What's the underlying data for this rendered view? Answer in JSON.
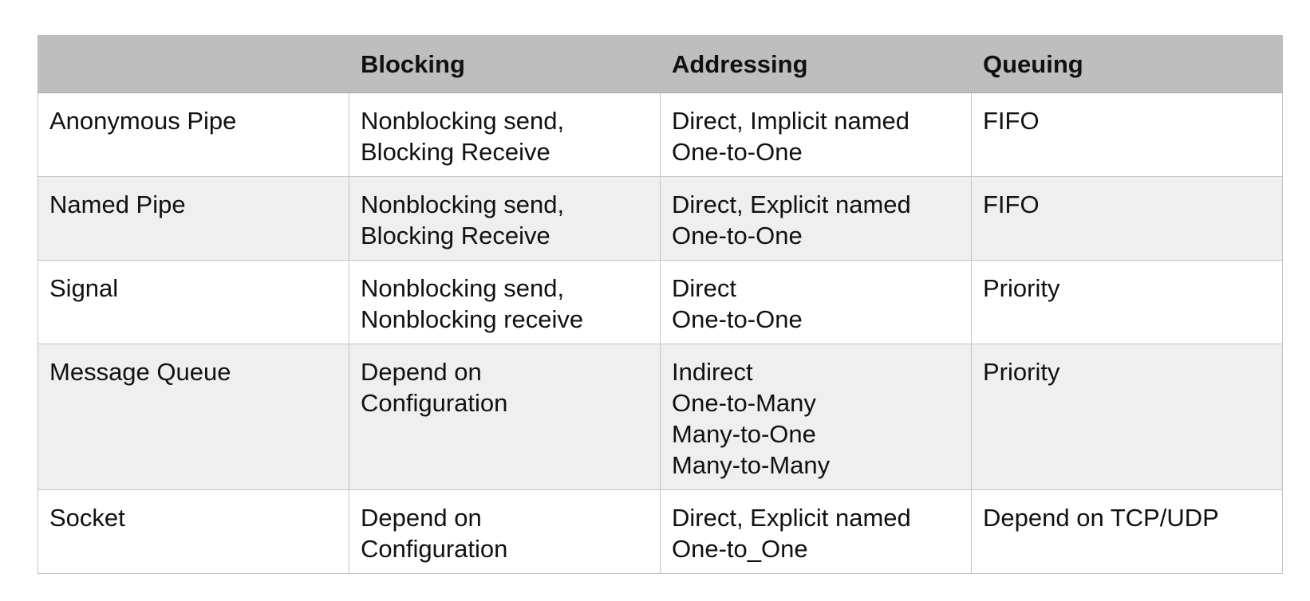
{
  "table": {
    "columns": [
      "",
      "Blocking",
      "Addressing",
      "Queuing"
    ],
    "rows": [
      {
        "name": "Anonymous Pipe",
        "blocking": [
          "Nonblocking send,",
          "Blocking Receive"
        ],
        "addressing": [
          "Direct, Implicit named",
          "One-to-One"
        ],
        "queuing": "FIFO"
      },
      {
        "name": "Named Pipe",
        "blocking": [
          "Nonblocking send,",
          "Blocking Receive"
        ],
        "addressing": [
          "Direct, Explicit named",
          "One-to-One"
        ],
        "queuing": "FIFO"
      },
      {
        "name": "Signal",
        "blocking": [
          "Nonblocking send,",
          "Nonblocking receive"
        ],
        "addressing": [
          "Direct",
          "One-to-One"
        ],
        "queuing": "Priority"
      },
      {
        "name": "Message Queue",
        "blocking": [
          "Depend on",
          "Configuration"
        ],
        "addressing": [
          "Indirect",
          "One-to-Many",
          "Many-to-One",
          "Many-to-Many"
        ],
        "queuing": "Priority"
      },
      {
        "name": "Socket",
        "blocking": [
          "Depend on",
          "Configuration"
        ],
        "addressing": [
          "Direct, Explicit named",
          "One-to_One"
        ],
        "queuing": "Depend on TCP/UDP"
      }
    ]
  }
}
